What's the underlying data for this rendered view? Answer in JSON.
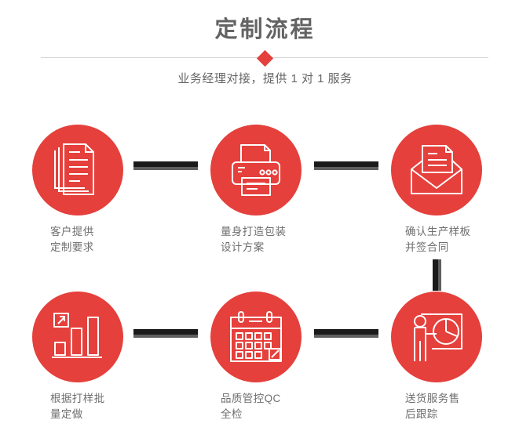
{
  "header": {
    "title": "定制流程",
    "subtitle": "业务经理对接，提供 1 对 1 服务",
    "title_color": "#636363",
    "accent_color": "#e5403c",
    "divider_color": "#d8d8d8"
  },
  "flow": {
    "connector_color": "#1a1a1a",
    "connector_shadow_color": "#5e5e5e",
    "steps": [
      {
        "index": 1,
        "icon": "documents-stack-icon",
        "label": "客户提供\n定制要求"
      },
      {
        "index": 2,
        "icon": "printer-icon",
        "label": "量身打造包装\n设计方案"
      },
      {
        "index": 3,
        "icon": "open-envelope-letter-icon",
        "label": "确认生产样板\n并签合同"
      },
      {
        "index": 4,
        "icon": "bar-chart-growth-icon",
        "label": "根据打样批\n量定做"
      },
      {
        "index": 5,
        "icon": "calendar-icon",
        "label": "品质管控QC\n全检"
      },
      {
        "index": 6,
        "icon": "presenter-pie-chart-icon",
        "label": "送货服务售\n后跟踪"
      }
    ]
  }
}
